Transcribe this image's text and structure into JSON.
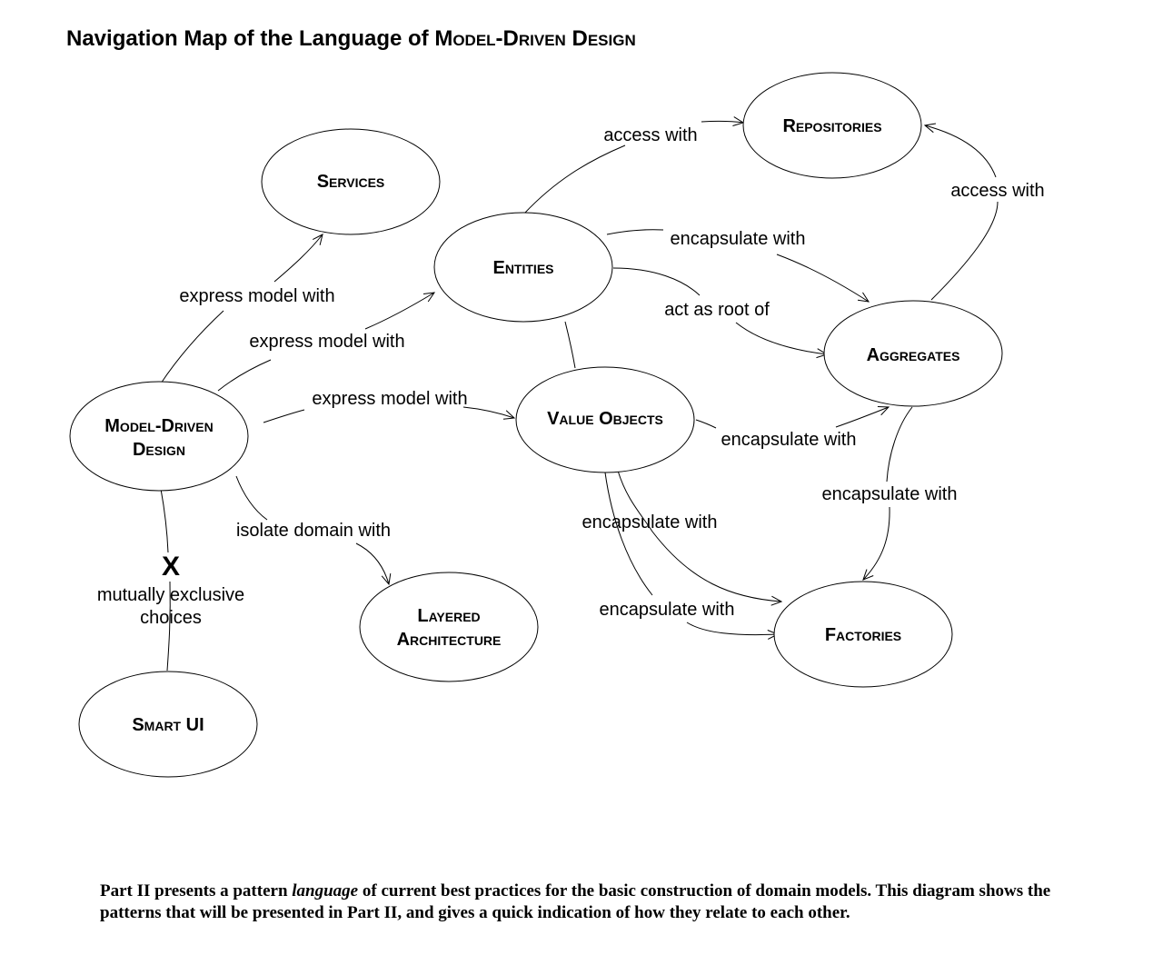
{
  "title": {
    "prefix": "Navigation Map of the Language of ",
    "emphasis": "Model-Driven Design"
  },
  "nodes": {
    "repositories": "Repositories",
    "services": "Services",
    "entities": "Entities",
    "aggregates": "Aggregates",
    "model_driven_design": [
      "Model-Driven",
      "Design"
    ],
    "value_objects": "Value Objects",
    "layered_architecture": [
      "Layered",
      "Architecture"
    ],
    "factories": "Factories",
    "smart_ui": "Smart UI"
  },
  "edges": {
    "entities_access_repositories": "access with",
    "aggregates_access_repositories": "access with",
    "mdd_express_services": "express model with",
    "mdd_express_entities": "express model with",
    "mdd_express_value_objects": "express model with",
    "entities_encapsulate_aggregates": "encapsulate with",
    "entities_root_of_aggregates": "act as root of",
    "value_objects_encapsulate_aggregates": "encapsulate with",
    "aggregates_encapsulate_factories": "encapsulate with",
    "value_objects_encapsulate_factories_1": "encapsulate with",
    "value_objects_encapsulate_factories_2": "encapsulate with",
    "mdd_isolate_layered": "isolate domain with"
  },
  "exclusive_marker": "X",
  "exclusive_label": [
    "mutually exclusive",
    "choices"
  ],
  "caption": {
    "part1": "Part II presents a pattern ",
    "emphasis": "language",
    "part2": " of current best practices for the basic construction of domain models. This diagram shows the patterns that will be presented in Part II, and gives a quick indication of how they relate to each other."
  }
}
